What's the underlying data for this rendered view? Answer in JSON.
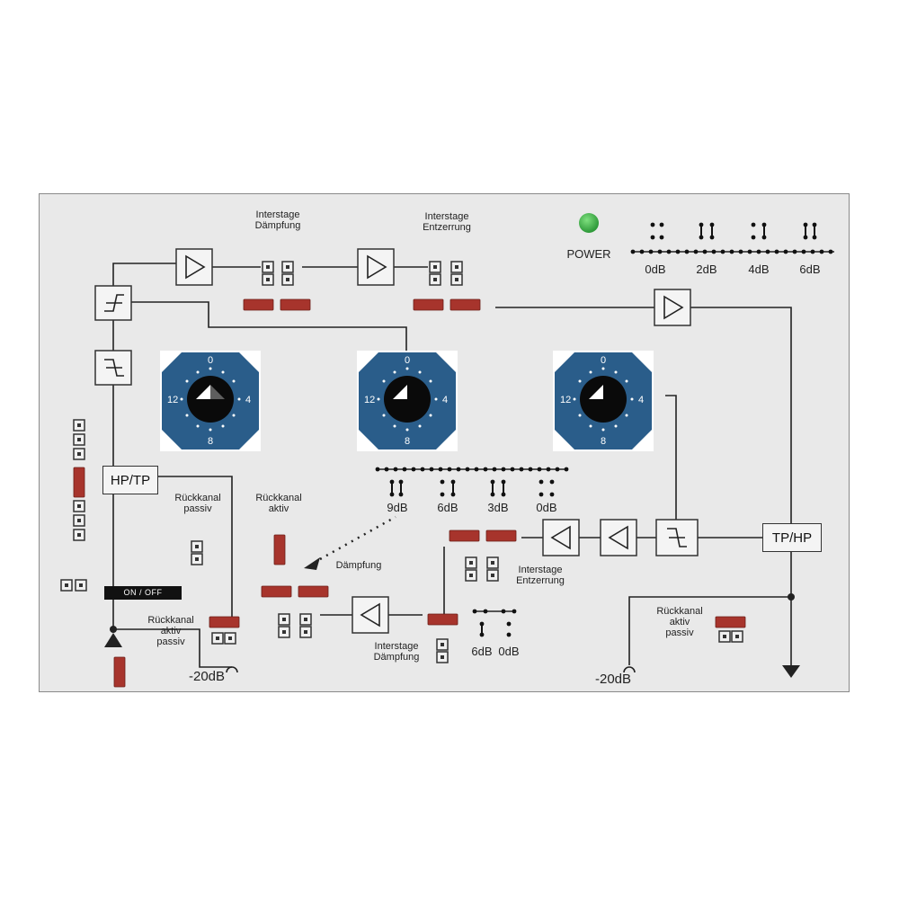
{
  "labels": {
    "interstage_daempfung_top": "Interstage\nDämpfung",
    "interstage_entzerrung_top": "Interstage\nEntzerrung",
    "power": "POWER",
    "db_top": [
      "0dB",
      "2dB",
      "4dB",
      "6dB"
    ],
    "db_mid": [
      "9dB",
      "6dB",
      "3dB",
      "0dB"
    ],
    "db_small": [
      "6dB",
      "0dB"
    ],
    "hp_tp": "HP/TP",
    "tp_hp": "TP/HP",
    "rueckkanal_passiv": "Rückkanal\npassiv",
    "rueckkanal_aktiv": "Rückkanal\naktiv",
    "daempfung": "Dämpfung",
    "interstage_entzerrung_mid": "Interstage\nEntzerrung",
    "interstage_daempfung_bottom": "Interstage\nDämpfung",
    "rueckkanal_aktiv_passiv_left": "Rückkanal\naktiv\npassiv",
    "rueckkanal_aktiv_passiv_right": "Rückkanal\naktiv\npassiv",
    "minus20db_left": "-20dB",
    "minus20db_right": "-20dB",
    "on_off": "ON / OFF"
  },
  "knob_labels": {
    "top": "0",
    "left": "12",
    "right": "4",
    "bottom": "8"
  },
  "colors": {
    "panel": "#e9e9e9",
    "line": "#222222",
    "jumper_red": "#a7342c",
    "knob_blue": "#2a5d8a",
    "led_green": "#3bb34a"
  }
}
